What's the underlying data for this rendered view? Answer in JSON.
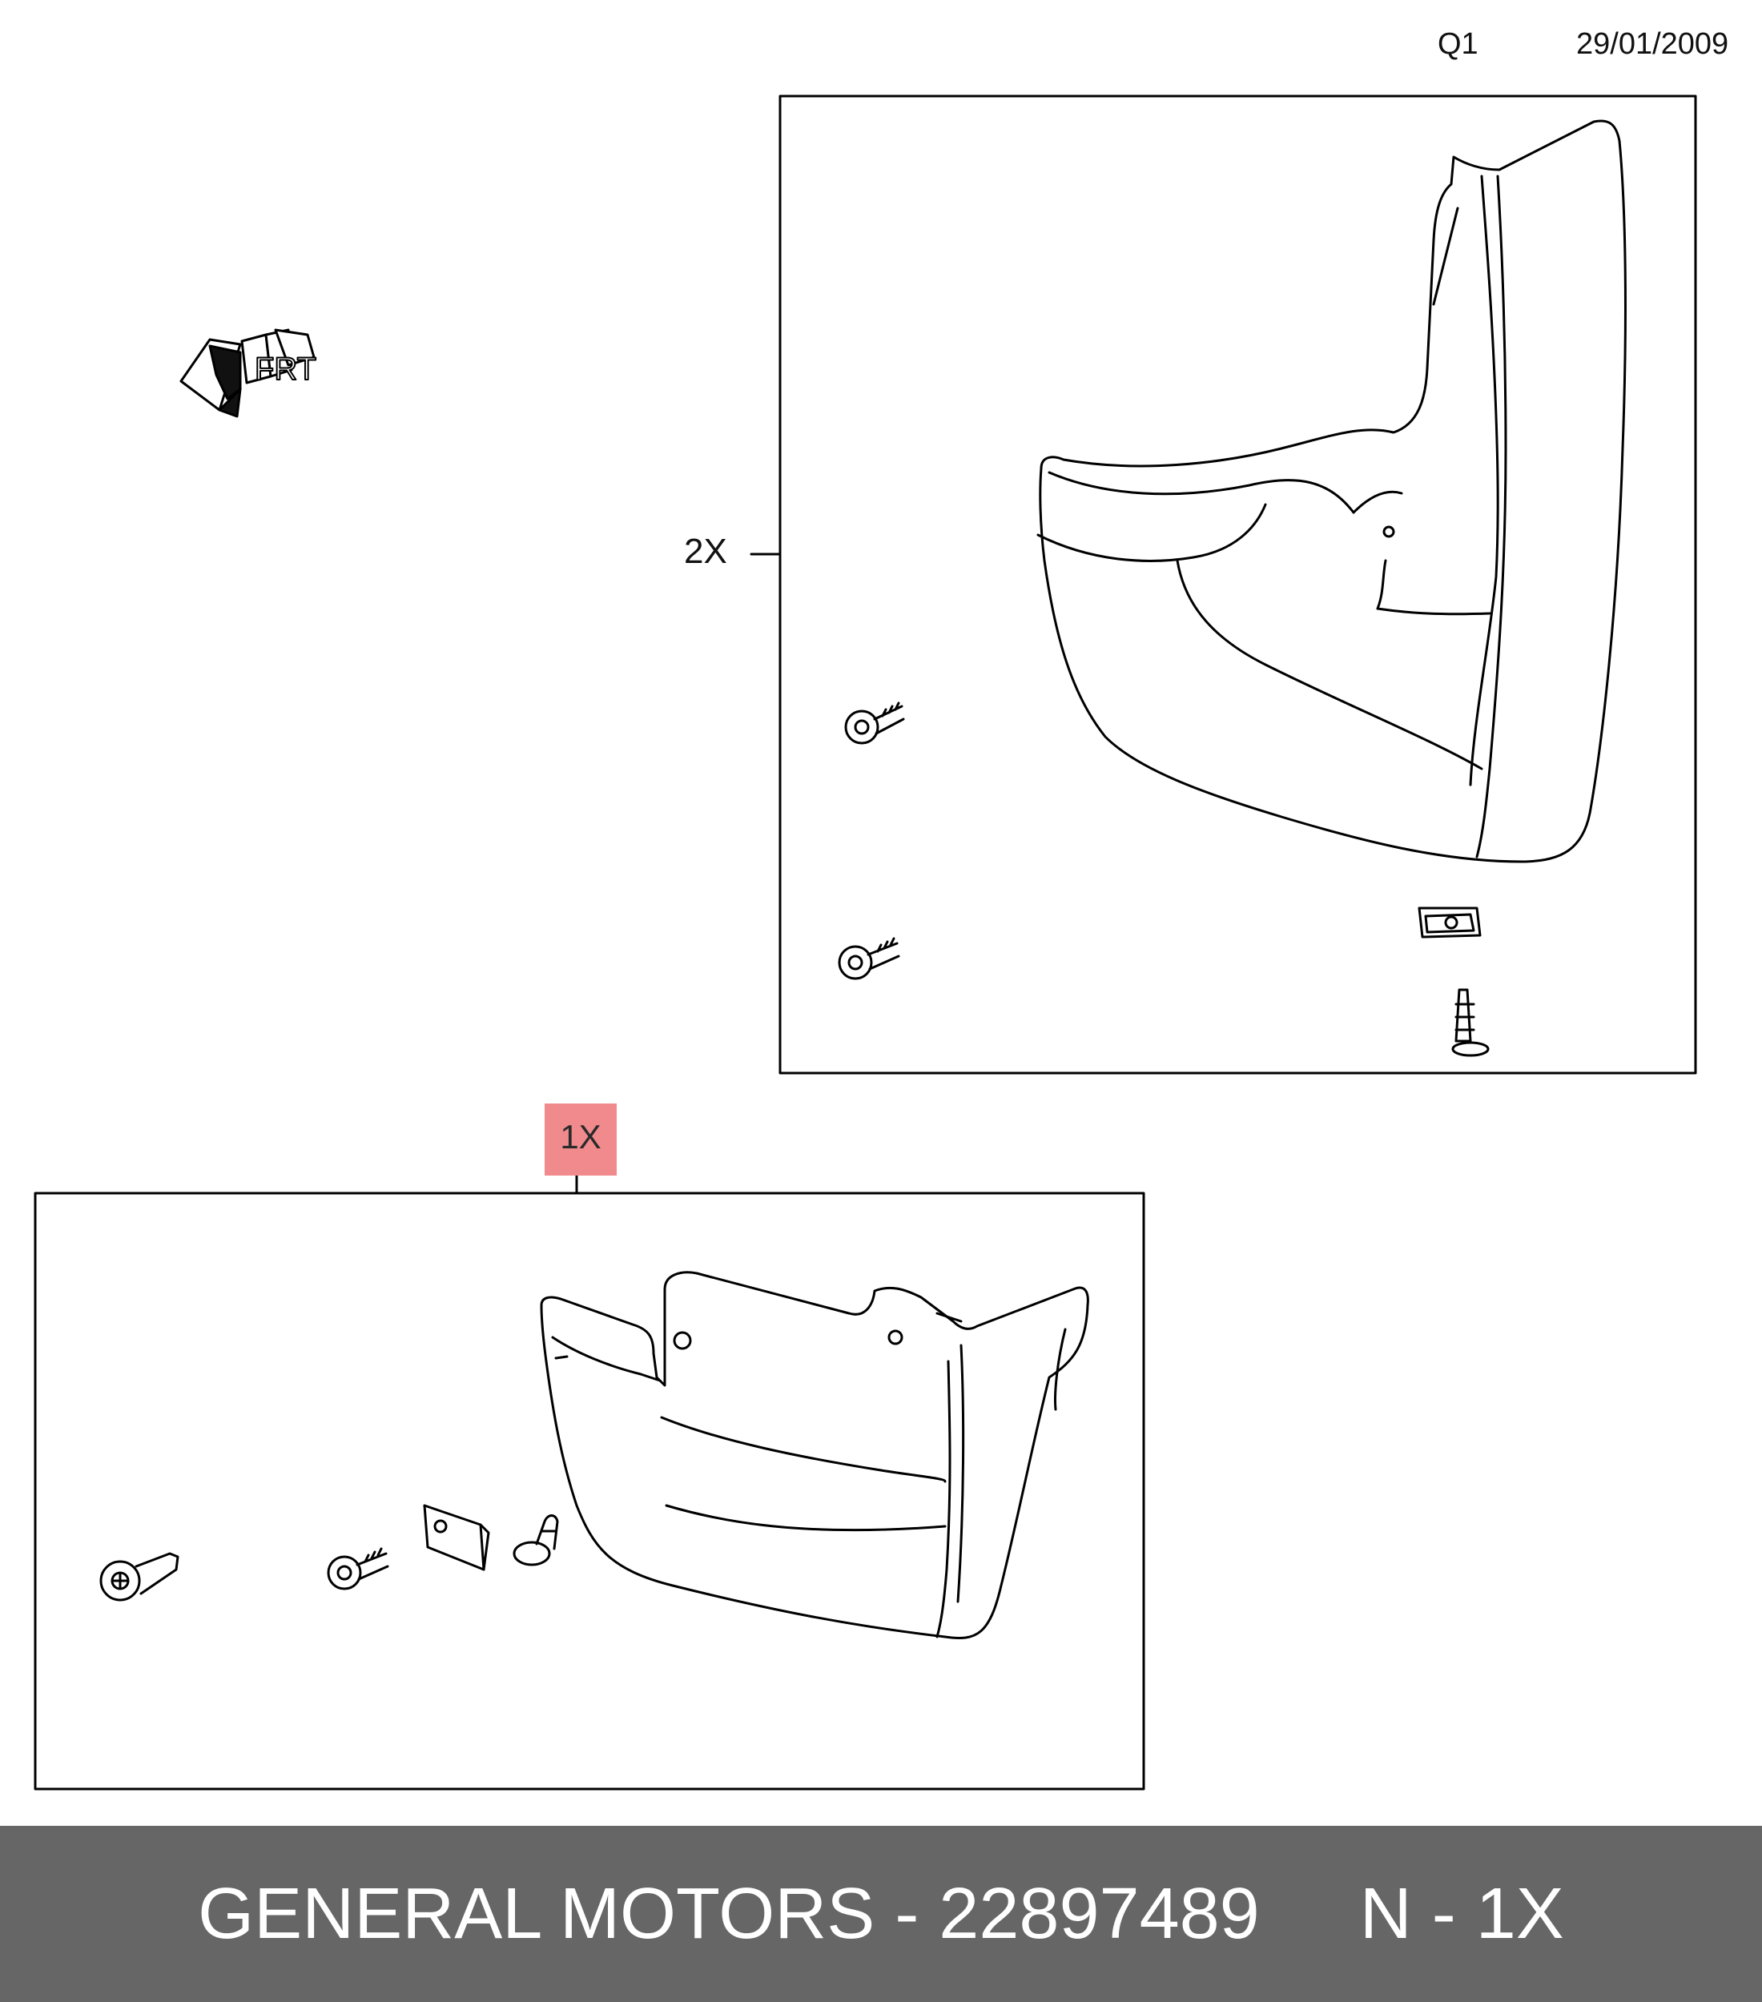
{
  "header": {
    "code": "Q1",
    "date": "29/01/2009"
  },
  "orientation_marker": {
    "label": "FRT"
  },
  "callouts": {
    "upper_quantity": "2X",
    "lower_quantity": "1X",
    "lower_quantity_highlight": "#f08a8d"
  },
  "footer": {
    "text": "GENERAL MOTORS - 22897489     N - 1X",
    "background": "#666666",
    "color": "#ffffff"
  }
}
